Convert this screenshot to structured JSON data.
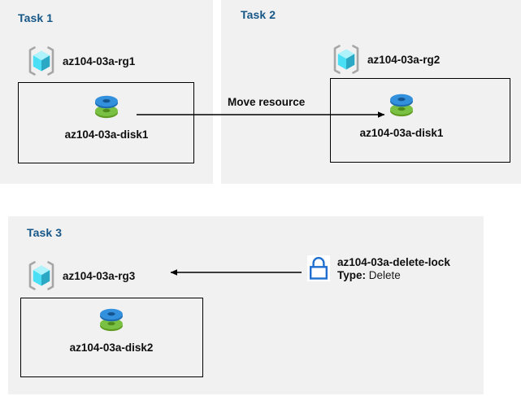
{
  "diagram": {
    "title": "Azure resource group tasks diagram",
    "background": "#ffffff",
    "panel_color": "#f1f1f1",
    "heading_color": "#165788",
    "accent_lock_color": "#1f6fd0"
  },
  "tasks": [
    {
      "id": "task1",
      "title": "Task 1",
      "resource_group": {
        "icon": "resource-group-cube-icon",
        "label": "az104-03a-rg1"
      },
      "resources": [
        {
          "icon": "managed-disk-icon",
          "label": "az104-03a-disk1"
        }
      ]
    },
    {
      "id": "task2",
      "title": "Task 2",
      "resource_group": {
        "icon": "resource-group-cube-icon",
        "label": "az104-03a-rg2"
      },
      "resources": [
        {
          "icon": "managed-disk-icon",
          "label": "az104-03a-disk1"
        }
      ]
    },
    {
      "id": "task3",
      "title": "Task 3",
      "resource_group": {
        "icon": "resource-group-cube-icon",
        "label": "az104-03a-rg3"
      },
      "resources": [
        {
          "icon": "managed-disk-icon",
          "label": "az104-03a-disk2"
        }
      ]
    }
  ],
  "connectors": [
    {
      "id": "move-resource-arrow",
      "label": "Move resource",
      "direction": "right",
      "from": "az104-03a-disk1 (Task 1)",
      "to": "az104-03a-disk1 (Task 2)"
    },
    {
      "id": "lock-arrow",
      "label": "",
      "direction": "left",
      "from": "az104-03a-delete-lock",
      "to": "az104-03a-rg3"
    }
  ],
  "lock": {
    "icon": "padlock-icon",
    "name": "az104-03a-delete-lock",
    "type_key": "Type:",
    "type_value": "Delete"
  }
}
